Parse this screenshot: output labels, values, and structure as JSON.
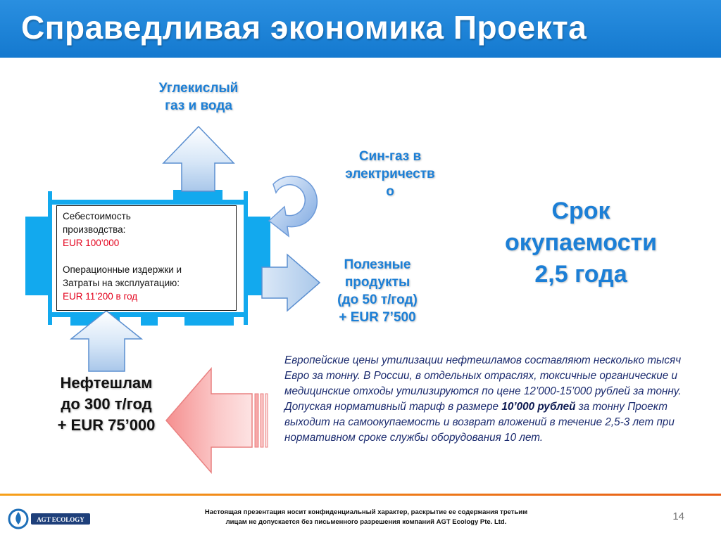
{
  "slide": {
    "title": "Справедливая экономика Проекта",
    "page_number": "14"
  },
  "labels": {
    "top_output": [
      "Углекислый",
      "газ и вода"
    ],
    "syngas": [
      "Син-газ в",
      "электричеств",
      "о"
    ],
    "products": [
      "Полезные",
      "продукты",
      "(до 50 т/год)",
      "+ EUR 7’500"
    ],
    "input": [
      "Нефтешлам",
      "до 300 т/год",
      "+ EUR 75’000"
    ],
    "payback": [
      "Срок",
      "окупаемости",
      "2,5 года"
    ]
  },
  "cost_box": {
    "line1": "Себестоимость",
    "line2": "производства:",
    "value1": "EUR 100’000",
    "line3": "Операционные издержки и",
    "line4": "Затраты на эксплуатацию:",
    "value2": "EUR 11’200 в год"
  },
  "note": {
    "before": "Европейские цены утилизации нефтешламов составляют несколько тысяч Евро за тонну. В России, в отдельных отраслях, токсичные органические и медицинские отходы утилизируются по цене 12’000-15’000 рублей за тонну. Допуская нормативный тариф в размере ",
    "highlight": "10’000 рублей",
    "after": " за тонну Проект выходит на самоокупаемость и возврат вложений в течение 2,5-3 лет при нормативном сроке службы оборудования 10 лет."
  },
  "footer": {
    "disclaimer_line1": "Настоящая презентация носит конфиденциальный характер, раскрытие ее содержания третьим",
    "disclaimer_line2": "лицам не допускается без письменного разрешения компаний AGT Ecology Pte. Ltd.",
    "logo_text": "AGT ECOLOGY"
  },
  "colors": {
    "header_blue": "#1479cf",
    "machine_blue": "#12a9ee",
    "label_blue": "#1c7fd6",
    "value_red": "#e3001b",
    "input_arrow_pink": "#f29a9a",
    "footer_orange": "#f28c1a"
  },
  "icons": {
    "top_arrow": "arrow-up-icon",
    "bottom_arrow": "arrow-up-icon",
    "right_arrow": "arrow-right-icon",
    "left_arrow": "arrow-left-icon",
    "cycle": "circular-arrow-icon"
  }
}
